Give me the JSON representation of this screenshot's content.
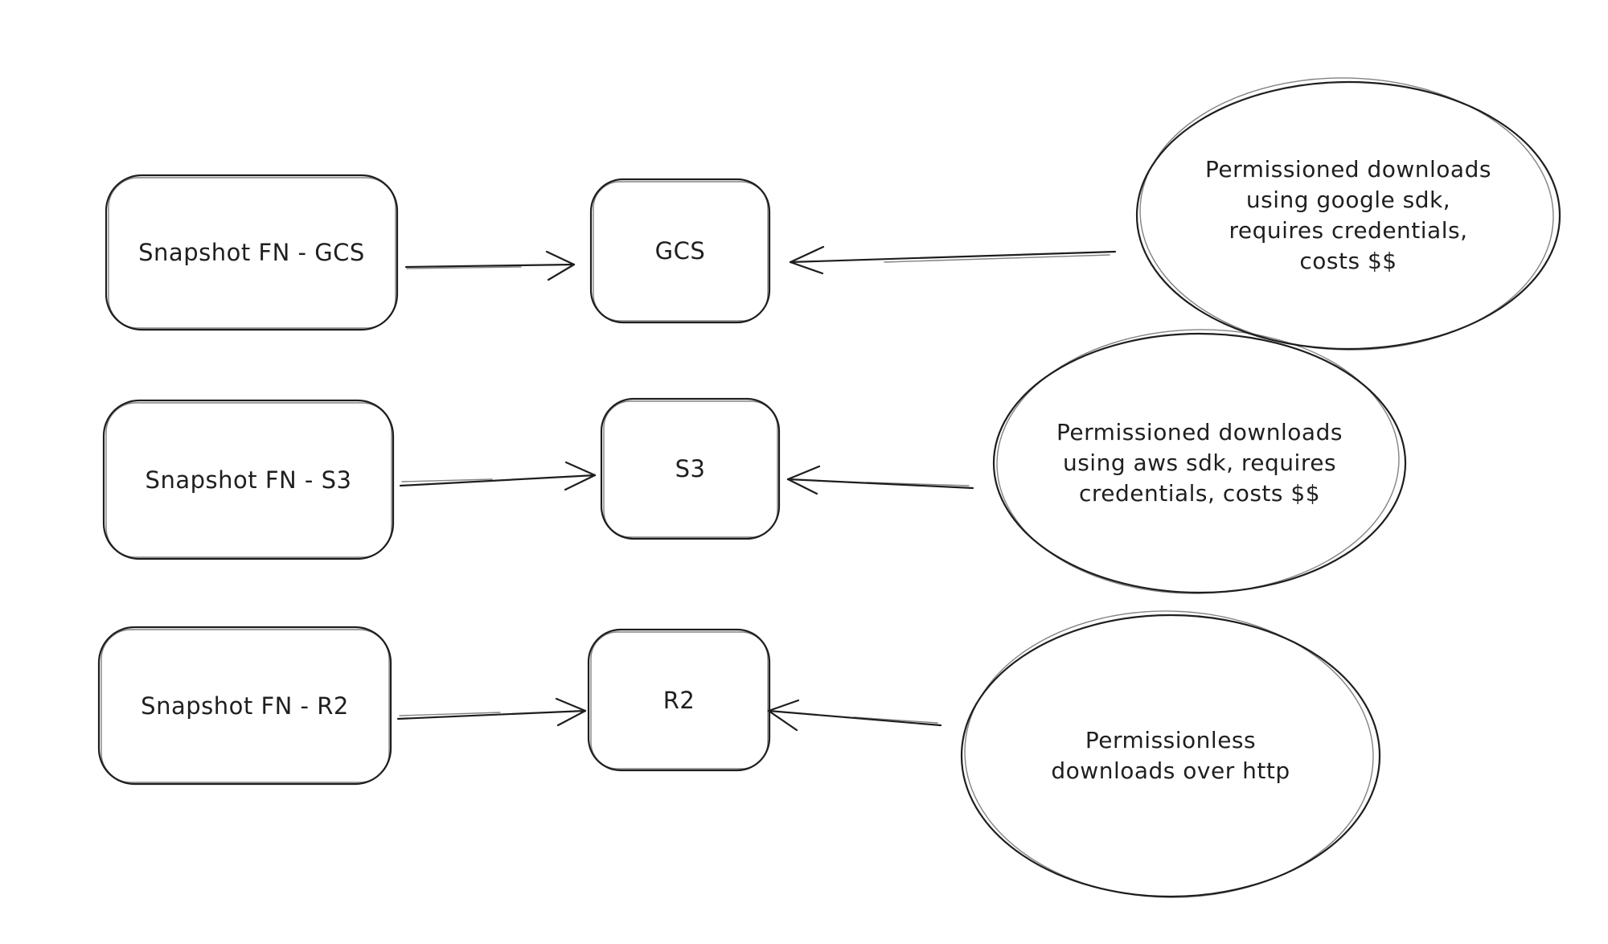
{
  "diagram": {
    "background_color": "#ffffff",
    "stroke_color": "#1e1e1e",
    "rows": [
      {
        "source_label": "Snapshot FN - GCS",
        "target_label": "GCS",
        "note_text": "Permissioned downloads\nusing google sdk,\nrequires credentials,\ncosts $$"
      },
      {
        "source_label": "Snapshot FN - S3",
        "target_label": "S3",
        "note_text": "Permissioned downloads\nusing aws sdk, requires\ncredentials, costs $$"
      },
      {
        "source_label": "Snapshot FN - R2",
        "target_label": "R2",
        "note_text": "Permissionless\ndownloads over http"
      }
    ]
  }
}
